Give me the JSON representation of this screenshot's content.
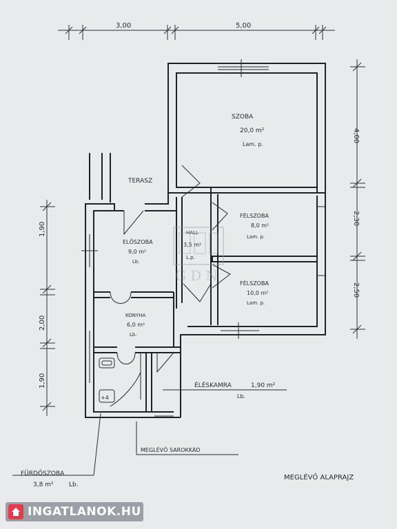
{
  "dimensions": {
    "top_left": "3,00",
    "top_right": "5,00",
    "right_top": "4,00",
    "right_mid": "2,30",
    "right_bottom": "2,50",
    "left_top": "1,90",
    "left_mid": "2,00",
    "left_bottom": "1,90"
  },
  "rooms": {
    "terrace": {
      "name": "TERASZ"
    },
    "living": {
      "name": "SZOBA",
      "area": "20,0 m²",
      "floor": "Lam. p."
    },
    "half_room_1": {
      "name": "FÉLSZOBA",
      "area": "8,0 m²",
      "floor": "Lam. p."
    },
    "half_room_2": {
      "name": "FÉLSZOBA",
      "area": "10,0 m²",
      "floor": "Lam. p."
    },
    "hall": {
      "name": "HALL",
      "area": "3,5 m²",
      "floor": "L.p."
    },
    "anteroom": {
      "name": "ELŐSZOBA",
      "area": "9,0 m²",
      "floor": "Lb."
    },
    "kitchen": {
      "name": "KONYHA",
      "area": "6,0 m²",
      "floor": "Lb."
    },
    "pantry": {
      "name": "ÉLÉSKAMRA",
      "area": "1,90 m²",
      "floor": "Lb."
    },
    "bathroom": {
      "name": "FÜRDŐSZOBA",
      "area": "3,8 m²",
      "floor": "Lb."
    }
  },
  "annotations": {
    "corner_tub": "MEGLÉVŐ SAROKKÁD",
    "existing_plan": "MEGLÉVŐ ALAPRAJZ"
  },
  "watermark": {
    "text": "GDN"
  },
  "footer": {
    "logo_text": "INGATLANOK.HU",
    "logo_color": "#e23c4e"
  }
}
